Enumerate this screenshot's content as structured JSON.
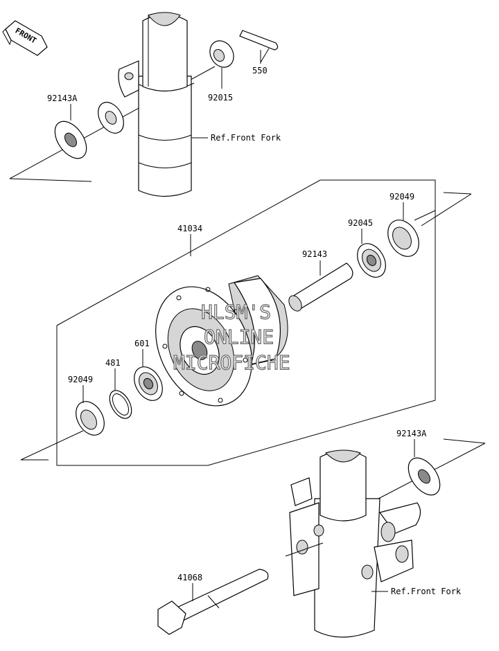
{
  "front_badge": "FRONT",
  "watermark": [
    "HLSM'S",
    "ONLINE",
    "MICROFICHE"
  ],
  "references": {
    "top": "Ref.Front Fork",
    "bottom": "Ref.Front Fork"
  },
  "parts": {
    "p92143A_top": "92143A",
    "p92015": "92015",
    "p550": "550",
    "p41034": "41034",
    "p92049_right": "92049",
    "p92045": "92045",
    "p92143": "92143",
    "p601": "601",
    "p481": "481",
    "p92049_left": "92049",
    "p92143A_bottom": "92143A",
    "p41068": "41068"
  }
}
